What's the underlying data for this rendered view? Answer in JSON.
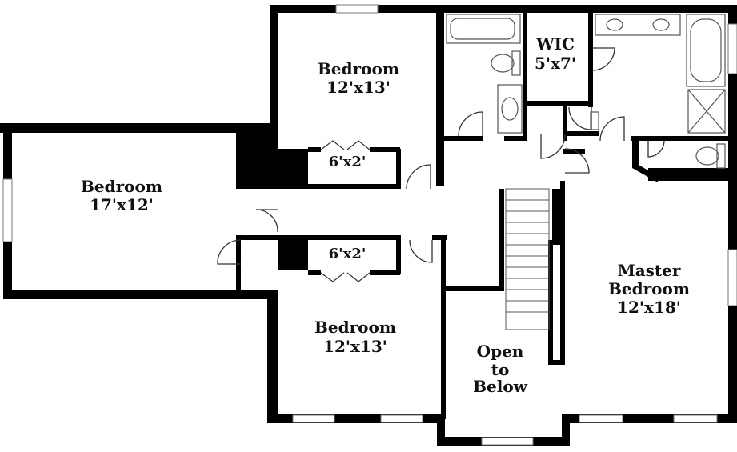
{
  "colors": {
    "wall": "#000000",
    "fixture": "#555555",
    "background": "#ffffff",
    "text": "#111111"
  },
  "rooms": {
    "bedroom_top": {
      "name": "Bedroom",
      "size": "12'x13'"
    },
    "bedroom_left": {
      "name": "Bedroom",
      "size": "17'x12'"
    },
    "bedroom_bottom": {
      "name": "Bedroom",
      "size": "12'x13'"
    },
    "closet_top": {
      "size": "6'x2'"
    },
    "closet_bottom": {
      "size": "6'x2'"
    },
    "wic": {
      "name": "WIC",
      "size": "5'x7'"
    },
    "master": {
      "line1": "Master",
      "line2": "Bedroom",
      "size": "12'x18'"
    },
    "open": {
      "line1": "Open",
      "line2": "to",
      "line3": "Below"
    }
  },
  "icons": [
    "bathtub-icon",
    "sink-icon",
    "toilet-icon",
    "shower-icon",
    "stairs-icon",
    "window-icon",
    "door-swing-icon"
  ]
}
